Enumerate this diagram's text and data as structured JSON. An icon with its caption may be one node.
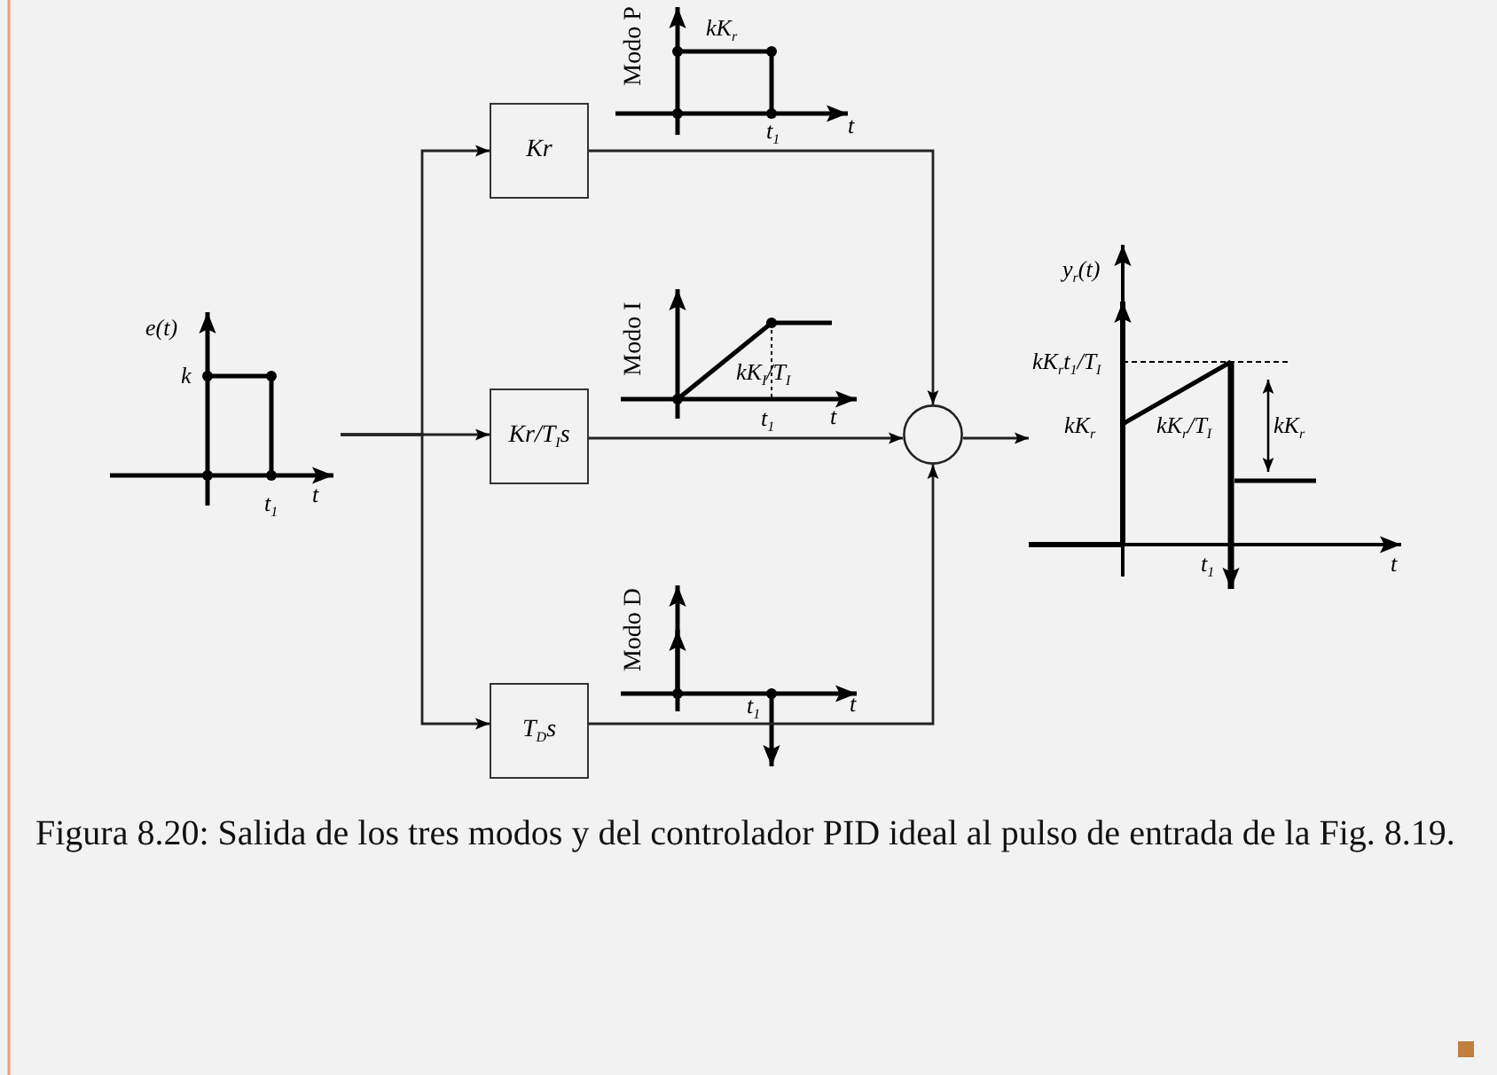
{
  "diagram": {
    "caption": "Figura 8.20: Salida de los tres modos y del controlador PID ideal al pulso de entrada de la Fig. 8.19.",
    "nodes": [
      {
        "text": [],
        "shape": "picture"
      },
      {
        "text": [
          "Kr"
        ]
      },
      {
        "text": [
          "Kr/T$_{I}$s"
        ]
      },
      {
        "text": [
          "T$_{D}$s"
        ]
      },
      {
        "text": [],
        "shape": "circle"
      },
      {
        "text": [],
        "shape": "picture"
      }
    ],
    "edges": [
      {
        "from": 0,
        "to": 1,
        "arrow": "to"
      },
      {
        "from": 0,
        "to": 2,
        "arrow": "to"
      },
      {
        "from": 0,
        "to": 3,
        "arrow": "to"
      },
      {
        "from": 1,
        "to": 4,
        "arrow": "to"
      },
      {
        "from": 2,
        "to": 4,
        "arrow": "to"
      },
      {
        "from": 3,
        "to": 4,
        "arrow": "to"
      },
      {
        "from": 4,
        "to": 5,
        "arrow": "to"
      }
    ],
    "labels": [
      "Modo P",
      "kK$_{r}$",
      "t$_{1}$",
      "t",
      "e(t)",
      "k",
      "t$_{1}$",
      "t",
      "Modo I",
      "kK$_{I}$/T$_{I}$",
      "t$_{1}$",
      "t",
      "y$_{r}$(t)",
      "kK$_{r}$t$_{1}$/T$_{I}$",
      "kK$_{r}$",
      "kK$_{r}$/T$_{I}$",
      "kK$_{r}$",
      "t$_{1}$",
      "t",
      "Modo D",
      "t$_{1}$",
      "t"
    ]
  }
}
